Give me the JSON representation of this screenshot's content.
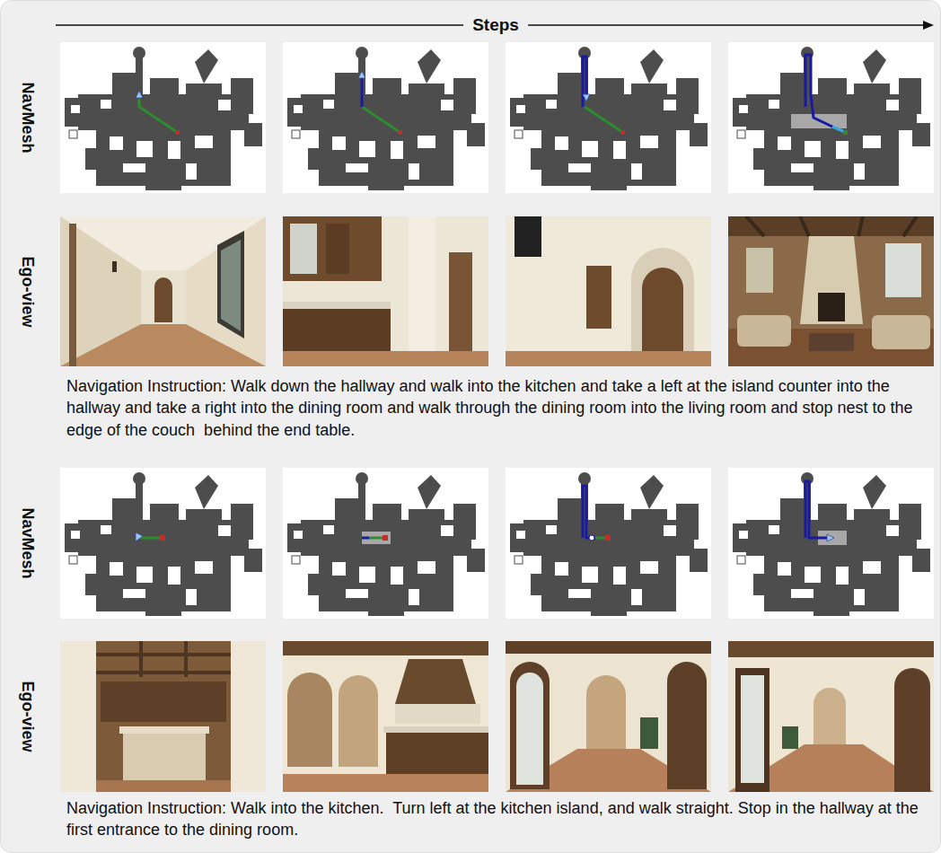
{
  "diagram": {
    "labels": [
      "Steps",
      "NavMesh",
      "Ego-view",
      "Navigation Instruction: Walk down the hallway and walk into the kitchen and take a left at the island counter into the hallway and take a right into the dining room and walk through the dining room into the living room and stop nest to the edge of the couch  behind the end table.",
      "NavMesh",
      "Ego-view",
      "Navigation Instruction: Walk into the kitchen.  Turn left at the kitchen island, and walk straight. Stop in the hallway at the first entrance to the dining room."
    ]
  }
}
